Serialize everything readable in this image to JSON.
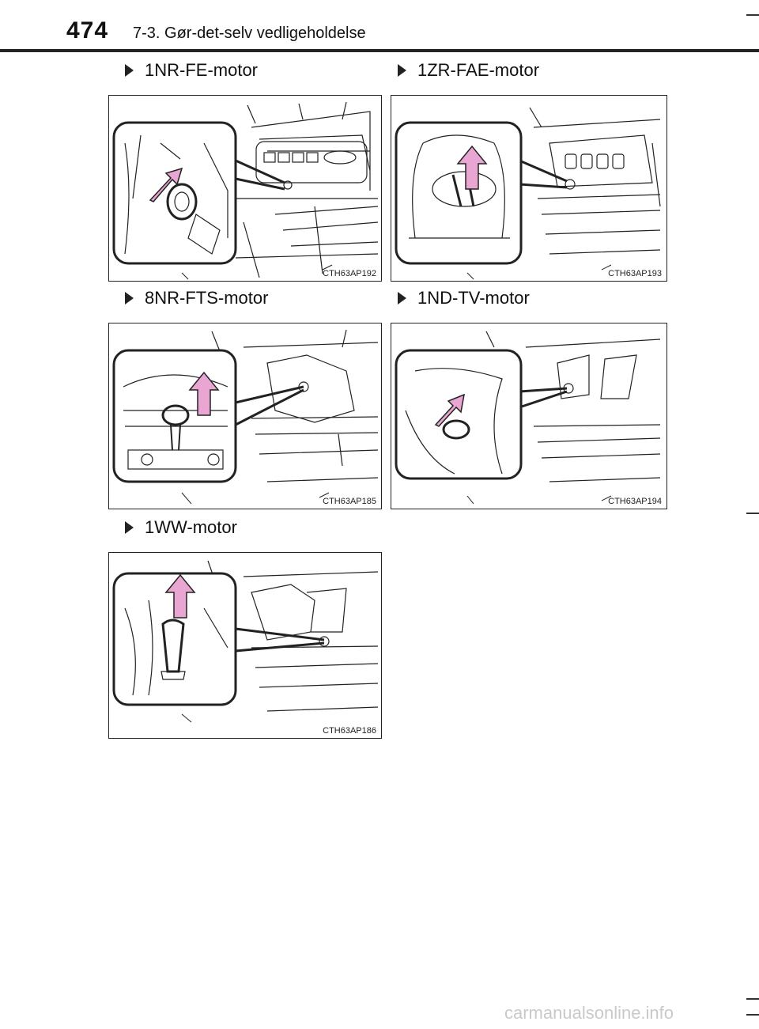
{
  "header": {
    "page_number": "474",
    "section_title": "7-3. Gør-det-selv vedligeholdelse"
  },
  "figures": [
    {
      "heading": "1NR-FE-motor",
      "code": "CTH63AP192",
      "icon": "engine-oil-dipstick-illustration"
    },
    {
      "heading": "1ZR-FAE-motor",
      "code": "CTH63AP193",
      "icon": "engine-oil-dipstick-illustration"
    },
    {
      "heading": "8NR-FTS-motor",
      "code": "CTH63AP185",
      "icon": "engine-oil-dipstick-illustration"
    },
    {
      "heading": "1ND-TV-motor",
      "code": "CTH63AP194",
      "icon": "engine-oil-dipstick-illustration"
    },
    {
      "heading": "1WW-motor",
      "code": "CTH63AP186",
      "icon": "engine-oil-dipstick-illustration"
    }
  ],
  "colors": {
    "arrow": "#e9a6d2",
    "ink": "#222222"
  },
  "watermark": "carmanualsonline.info"
}
